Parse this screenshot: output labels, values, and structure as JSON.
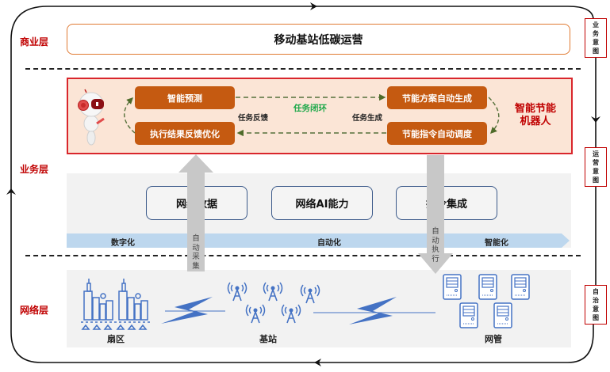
{
  "layers": {
    "business": "商业层",
    "service": "业务层",
    "network": "网络层"
  },
  "business_box": {
    "title": "移动基站低碳运营"
  },
  "robot_panel": {
    "title_line1": "智能节能",
    "title_line2": "机器人",
    "tasks": {
      "predict": "智能预测",
      "feedback_optimize": "执行结果反馈优化",
      "plan_generate": "节能方案自动生成",
      "command_dispatch": "节能指令自动调度"
    },
    "labels": {
      "task_loop": "任务闭环",
      "task_feedback": "任务反馈",
      "task_generate": "任务生成"
    }
  },
  "capabilities": [
    {
      "label": "网络数据"
    },
    {
      "label": "网络AI能力"
    },
    {
      "label": "指令集成"
    }
  ],
  "evolution_band": {
    "stages": [
      "数字化",
      "自动化",
      "智能化"
    ]
  },
  "flows": {
    "up": [
      "自",
      "动",
      "采",
      "集"
    ],
    "down": [
      "自",
      "动",
      "执",
      "行"
    ]
  },
  "network_items": {
    "sector": "扇区",
    "base_station": "基站",
    "nms": "网管"
  },
  "intents": [
    {
      "chars": [
        "业",
        "务",
        "意",
        "图"
      ]
    },
    {
      "chars": [
        "运",
        "营",
        "意",
        "图"
      ]
    },
    {
      "chars": [
        "自",
        "治",
        "意",
        "图"
      ]
    }
  ],
  "colors": {
    "layer_label": "#c00000",
    "task_box": "#c55a11",
    "robot_panel_bg": "#fbe5d6",
    "robot_panel_border": "#d9262c",
    "loop_text": "#1ea84a",
    "icon_blue": "#4472c4",
    "band_blue": "#bdd7ee"
  }
}
